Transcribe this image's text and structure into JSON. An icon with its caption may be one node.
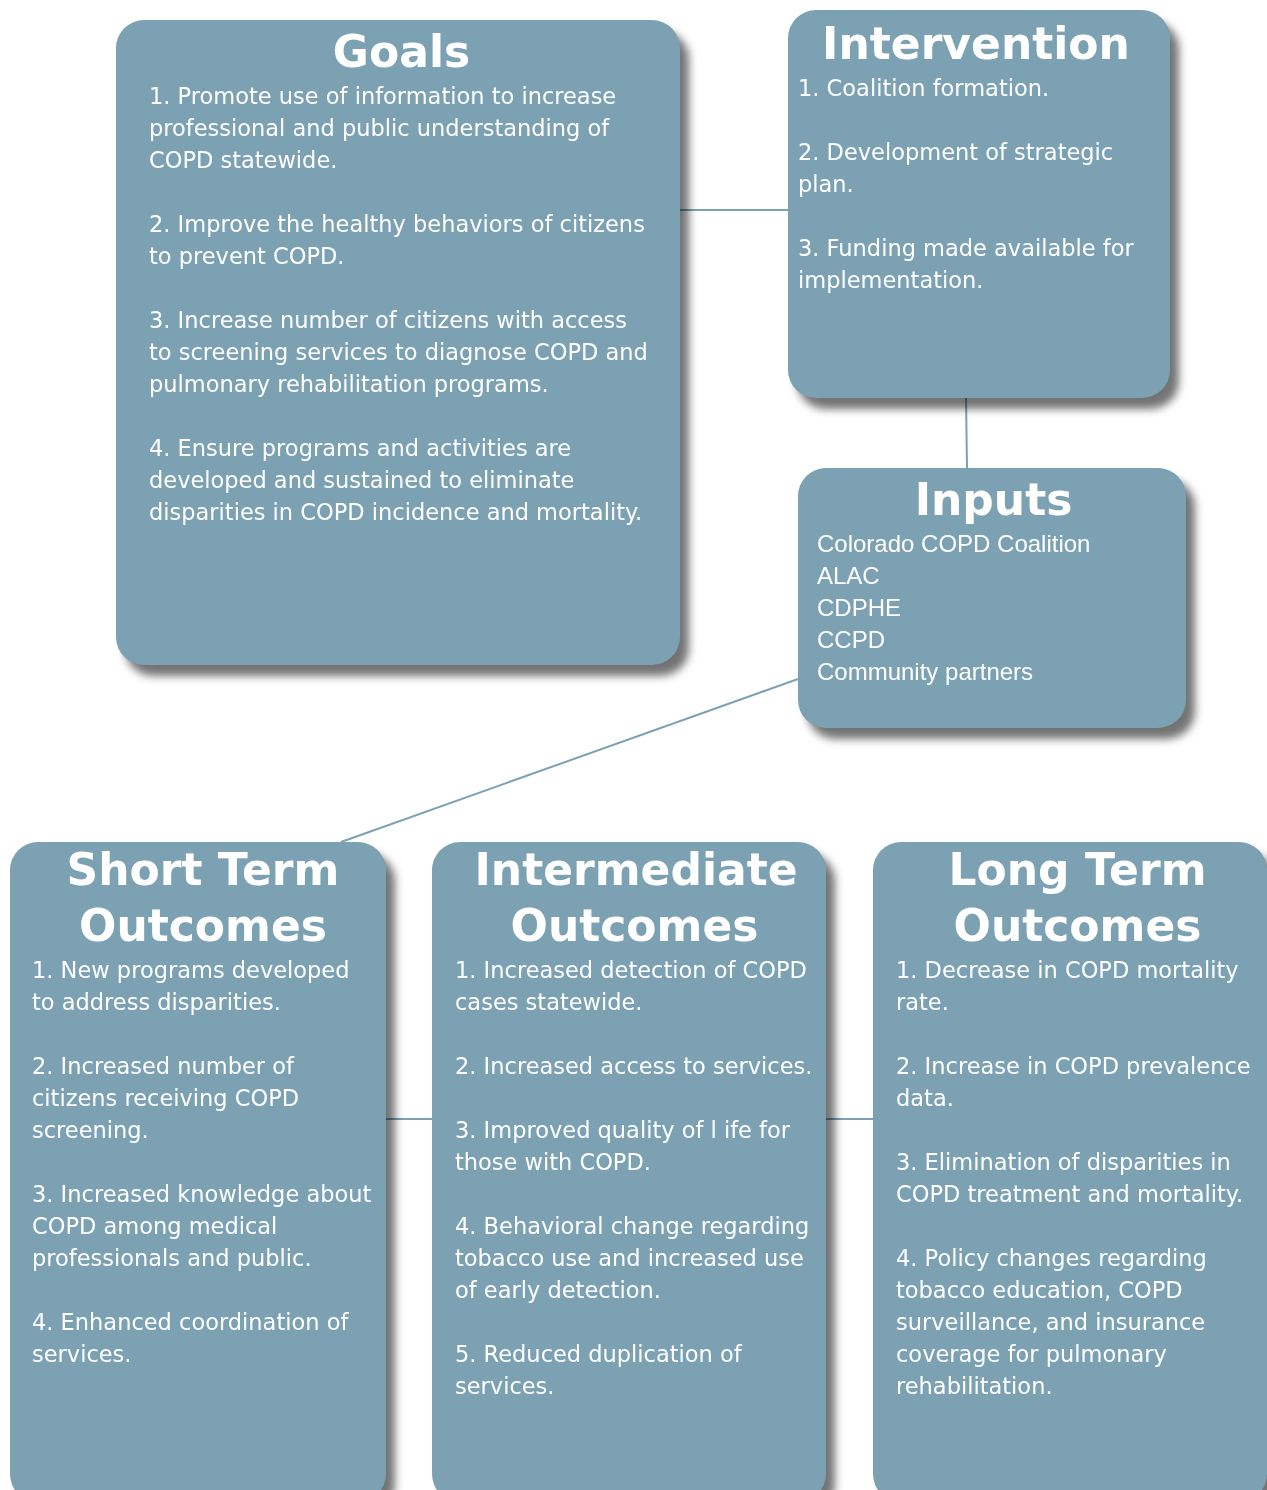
{
  "diagram": {
    "nodes": [
      {
        "text": [
          "Goals",
          "1. Promote use of information to increase professional and public understanding of COPD statewide.",
          "2. Improve the healthy behaviors of citizens to prevent COPD.",
          "3. Increase number of citizens with access to screening services to diagnose COPD and pulmonary rehabilitation programs.",
          "4. Ensure programs and activities are developed and sustained to eliminate disparities in COPD incidence and mortality."
        ]
      },
      {
        "text": [
          "Intervention",
          "1. Coalition formation.",
          "2. Development of strategic plan.",
          "3. Funding made available for implementation."
        ]
      },
      {
        "text": [
          "Inputs",
          "Colorado COPD Coalition",
          "ALAC",
          "CDPHE",
          "CCPD",
          "Community partners"
        ]
      },
      {
        "text": [
          "Short Term Outcomes",
          "1. New programs developed to address disparities.",
          "2. Increased number of citizens receiving COPD screening.",
          "3. Increased knowledge about COPD among medical professionals and public.",
          "4. Enhanced coordination of services."
        ]
      },
      {
        "text": [
          "Intermediate Outcomes",
          "1. Increased detection of COPD cases statewide.",
          "2. Increased access to services.",
          "3. Improved quality of l ife for those with COPD.",
          "4. Behavioral change regarding tobacco use and increased use of early detection.",
          "5. Reduced duplication of services."
        ]
      },
      {
        "text": [
          "Long Term Outcomes",
          "1. Decrease in COPD mortality rate.",
          "2. Increase in COPD prevalence data.",
          "3. Elimination of disparities in COPD treatment and mortality.",
          "4. Policy changes regarding tobacco education, COPD surveillance, and insurance coverage for pulmonary rehabilitation."
        ]
      }
    ],
    "edges": [
      {
        "from": 0,
        "to": 1,
        "arrow": "none"
      },
      {
        "from": 1,
        "to": 2,
        "arrow": "none"
      },
      {
        "from": 2,
        "to": 3,
        "arrow": "none"
      },
      {
        "from": 3,
        "to": 4,
        "arrow": "none"
      },
      {
        "from": 4,
        "to": 5,
        "arrow": "none"
      }
    ]
  }
}
